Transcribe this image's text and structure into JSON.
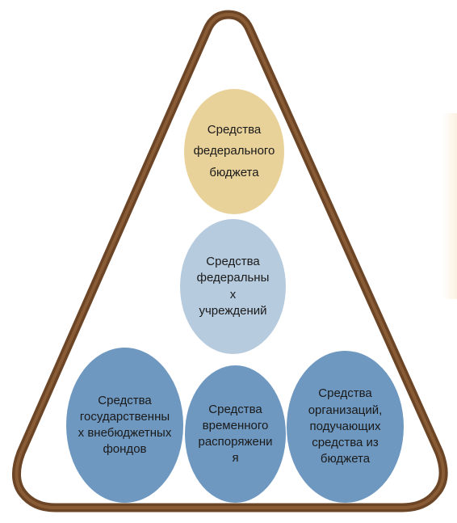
{
  "diagram": {
    "nodes": [
      {
        "id": "federal-budget",
        "text": "Средства\nфедерального\nбюджета",
        "color": "#e9d29a"
      },
      {
        "id": "federal-institutions",
        "text": "Средства\nфедеральны\nх\nучреждений",
        "color": "#b7cbde"
      },
      {
        "id": "state-funds",
        "text": "Средства\nгосударственны\nх внебюджетных\nфондов",
        "color": "#6e98c0"
      },
      {
        "id": "temporary-disposal",
        "text": "Средства\nвременного\nраспоряжени\nя",
        "color": "#6e98c0"
      },
      {
        "id": "organizations",
        "text": "Средства\nорганизаций,\nподучающих\nсредства из\nбюджета",
        "color": "#6e98c0"
      }
    ],
    "frame_color": "#6b4526"
  }
}
